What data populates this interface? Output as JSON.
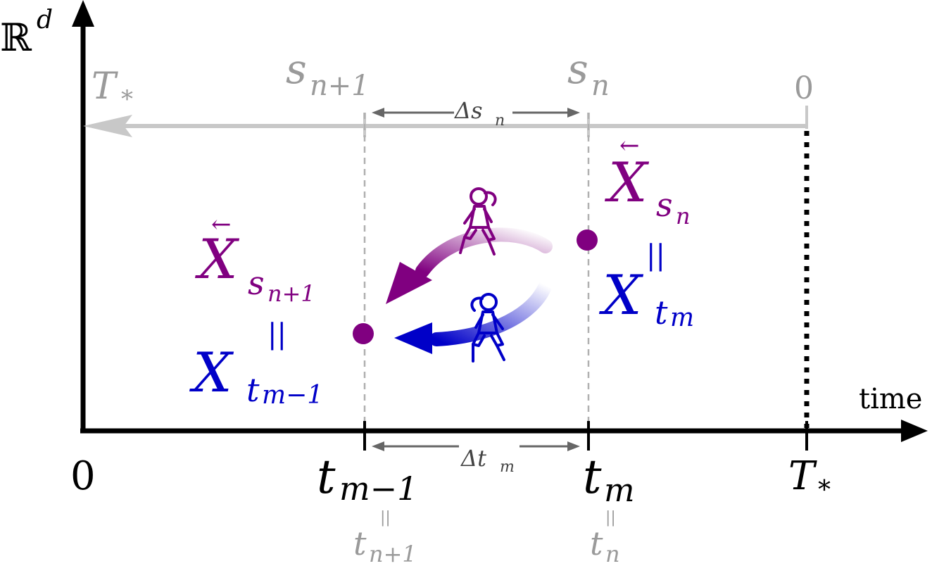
{
  "y_axis": {
    "label": "ℝ",
    "superscript": "d"
  },
  "x_axis": {
    "label": "time"
  },
  "ticks": {
    "origin": "0",
    "t_prev": {
      "main": "t",
      "sub": "m−1"
    },
    "t_cur": {
      "main": "t",
      "sub": "m"
    },
    "t_end": {
      "main": "T",
      "sub": "*"
    }
  },
  "tick_equivalents": {
    "prev": {
      "eq": "||",
      "main": "t",
      "sub": "n+1"
    },
    "cur": {
      "eq": "||",
      "main": "t",
      "sub": "n"
    }
  },
  "reverse_axis": {
    "end_label": {
      "main": "T",
      "sub": "*"
    },
    "s_next": {
      "main": "s",
      "sub": "n+1"
    },
    "s_cur": {
      "main": "s",
      "sub": "n"
    },
    "zero": "0"
  },
  "intervals": {
    "delta_s": {
      "main": "Δs",
      "sub": "n"
    },
    "delta_t": {
      "main": "Δt",
      "sub": "m"
    }
  },
  "points": {
    "right": {
      "top": {
        "main": "X",
        "sub": "s",
        "subsub": "n",
        "arrow": "←"
      },
      "eq": "||",
      "bottom": {
        "main": "X",
        "sub": "t",
        "subsub": "m"
      }
    },
    "left": {
      "top": {
        "main": "X",
        "sub": "s",
        "subsub": "n+1",
        "arrow": "←"
      },
      "eq": "||",
      "bottom": {
        "main": "X",
        "sub": "t",
        "subsub": "m−1"
      }
    }
  },
  "colors": {
    "axis": "#000000",
    "reverse_axis": "#c8c8c8",
    "reverse_text": "#9a9a9a",
    "purple": "#800080",
    "blue": "#0000c8",
    "dashed": "#b0b0b0",
    "interval_arrow": "#666666"
  },
  "icons": {
    "walker_purple": "walking-figure-icon",
    "walker_blue": "walking-figure-icon"
  }
}
